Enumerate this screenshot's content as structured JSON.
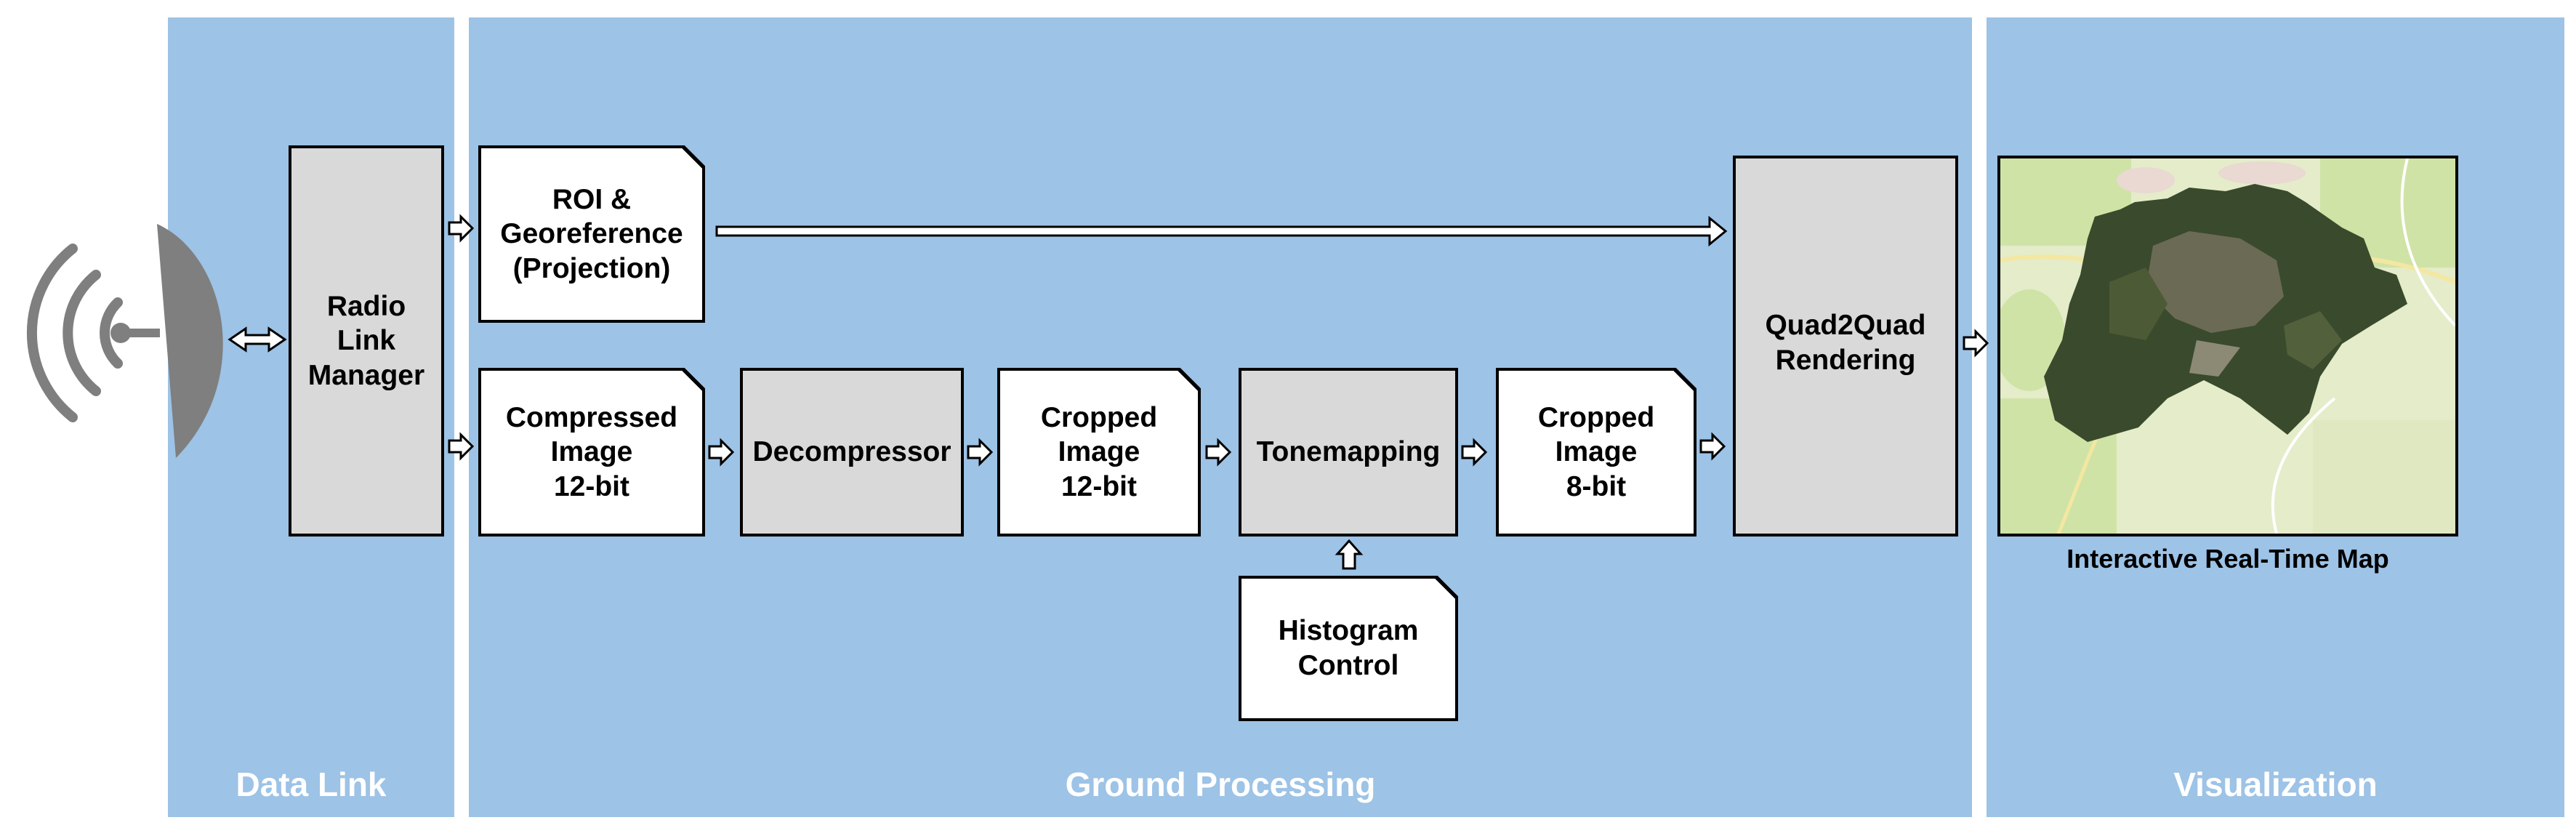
{
  "panels": {
    "data_link": "Data Link",
    "ground_processing": "Ground Processing",
    "visualization": "Visualization"
  },
  "boxes": {
    "radio_link_manager": "Radio\nLink\nManager",
    "roi_georeference": "ROI &\nGeoreference\n(Projection)",
    "compressed_image": "Compressed\nImage\n12-bit",
    "decompressor": "Decompressor",
    "cropped_image_12": "Cropped\nImage\n12-bit",
    "tonemapping": "Tonemapping",
    "histogram_control": "Histogram\nControl",
    "cropped_image_8": "Cropped\nImage\n8-bit",
    "quad2quad": "Quad2Quad\nRendering"
  },
  "map_caption": "Interactive Real-Time Map",
  "icons": [
    "satellite-dish-icon",
    "radio-waves-icon"
  ],
  "colors": {
    "panel": "#9dc3e6",
    "process_box": "#d9d9d9",
    "document_box": "#ffffff"
  }
}
